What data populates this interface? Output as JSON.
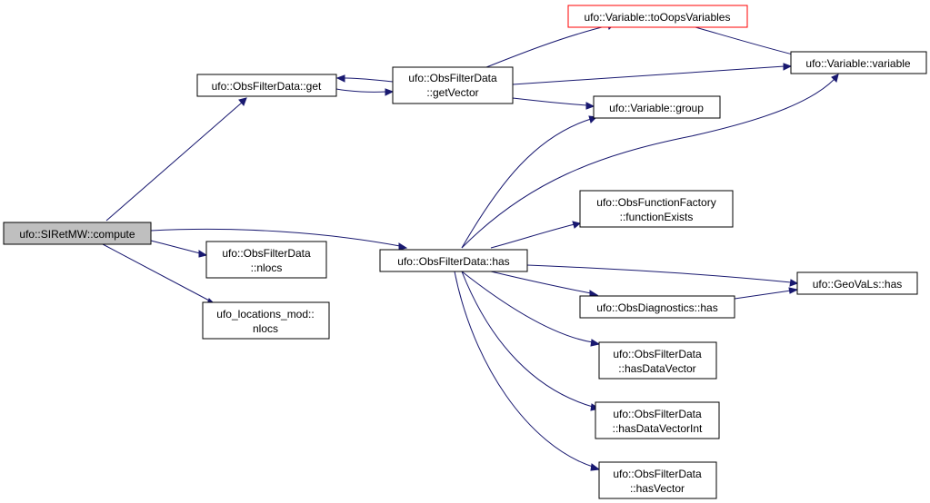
{
  "colors": {
    "edge": "#191970",
    "node_border": "#000000",
    "root_fill": "#bfbfbf",
    "highlight_border": "#ff0000"
  },
  "nodes": {
    "compute": [
      "ufo::SIRetMW::compute"
    ],
    "get": [
      "ufo::ObsFilterData::get"
    ],
    "getVector": [
      "ufo::ObsFilterData",
      "::getVector"
    ],
    "toOops": [
      "ufo::Variable::toOopsVariables"
    ],
    "variable": [
      "ufo::Variable::variable"
    ],
    "group": [
      "ufo::Variable::group"
    ],
    "has": [
      "ufo::ObsFilterData::has"
    ],
    "nlocs": [
      "ufo::ObsFilterData",
      "::nlocs"
    ],
    "locnlocs": [
      "ufo_locations_mod::",
      "nlocs"
    ],
    "funcExists": [
      "ufo::ObsFunctionFactory",
      "::functionExists"
    ],
    "geovalsHas": [
      "ufo::GeoVaLs::has"
    ],
    "diagHas": [
      "ufo::ObsDiagnostics::has"
    ],
    "hasDataVector": [
      "ufo::ObsFilterData",
      "::hasDataVector"
    ],
    "hasDataVectorInt": [
      "ufo::ObsFilterData",
      "::hasDataVectorInt"
    ],
    "hasVector": [
      "ufo::ObsFilterData",
      "::hasVector"
    ]
  }
}
